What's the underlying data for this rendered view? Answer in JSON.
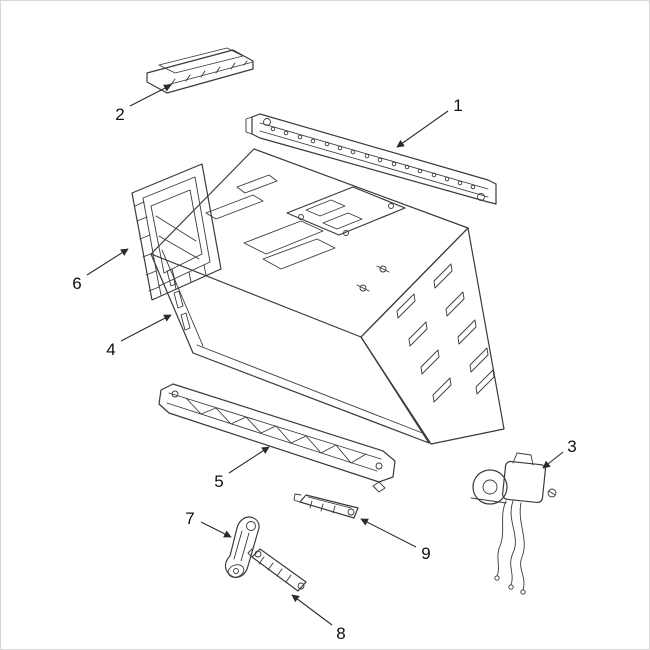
{
  "figure": {
    "kind": "exploded-parts-diagram",
    "visible_text_note": "numeric part callouts only"
  },
  "colors": {
    "line": "#3a3a3a",
    "label": "#111111",
    "background": "#ffffff",
    "frame_border": "#d8d8d8"
  },
  "callouts": [
    {
      "label": "1"
    },
    {
      "label": "2"
    },
    {
      "label": "3"
    },
    {
      "label": "4"
    },
    {
      "label": "5"
    },
    {
      "label": "6"
    },
    {
      "label": "7"
    },
    {
      "label": "8"
    },
    {
      "label": "9"
    }
  ]
}
